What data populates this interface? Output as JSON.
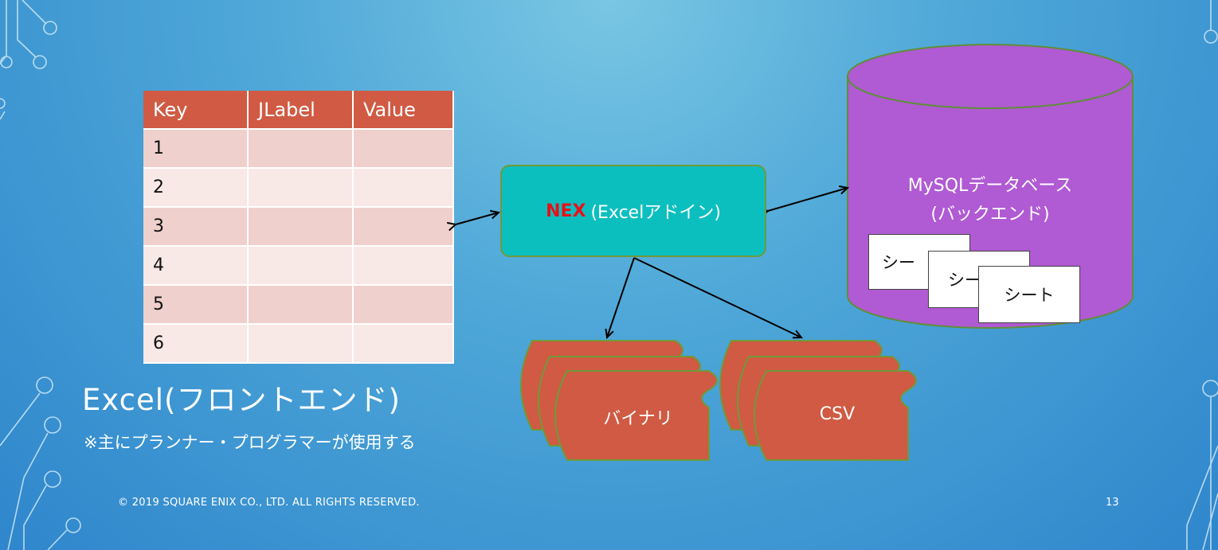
{
  "table": {
    "headers": [
      "Key",
      "JLabel",
      "Value"
    ],
    "rows": [
      [
        "1",
        "",
        ""
      ],
      [
        "2",
        "",
        ""
      ],
      [
        "3",
        "",
        ""
      ],
      [
        "4",
        "",
        ""
      ],
      [
        "5",
        "",
        ""
      ],
      [
        "6",
        "",
        ""
      ]
    ]
  },
  "frontend": {
    "label": "Excel(フロントエンド)",
    "note": "※主にプランナー・プログラマーが使用する"
  },
  "addin": {
    "name": "NEX",
    "desc": "(Excelアドイン)"
  },
  "database": {
    "title": "MySQLデータベース",
    "subtitle": "(バックエンド)",
    "sheet_label": "シート",
    "sheet_partial_1": "シー",
    "sheet_partial_2": "シー"
  },
  "outputs": {
    "binary": "バイナリ",
    "csv": "CSV"
  },
  "footer": {
    "copyright": "© 2019 SQUARE ENIX CO., LTD. ALL RIGHTS RESERVED.",
    "page": "13"
  },
  "colors": {
    "header": "#d05a43",
    "row_odd": "#efd0cc",
    "row_even": "#f8e8e6",
    "addin_box": "#0cbfbf",
    "database": "#b05ad3",
    "output_scroll": "#d05a43",
    "addin_name": "#e8101a"
  }
}
